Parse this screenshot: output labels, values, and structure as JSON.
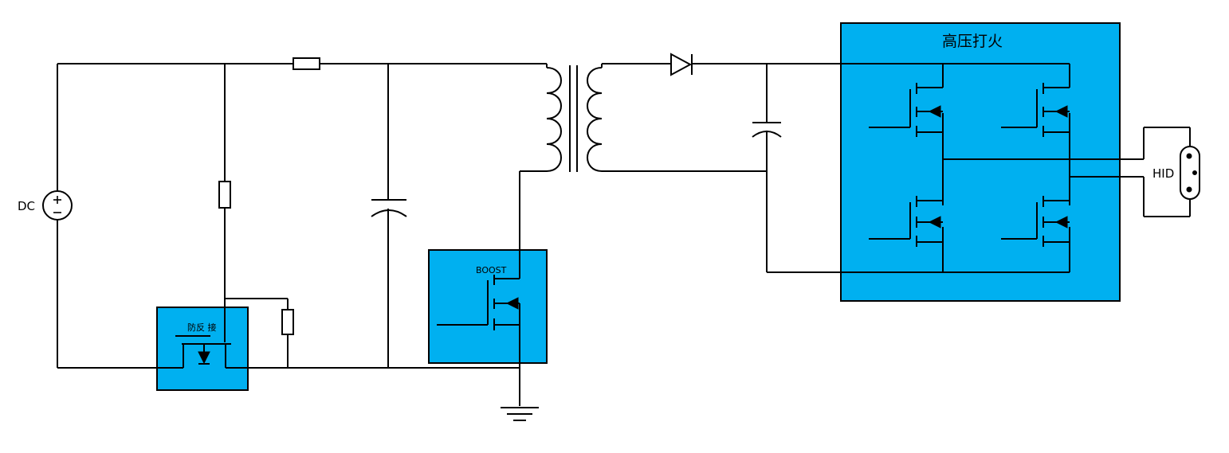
{
  "labels": {
    "dc_source": "DC",
    "anti_reverse_block": "防反 接",
    "boost_block": "BOOST",
    "ignition_block": "高压打火",
    "lamp": "HID"
  },
  "colors": {
    "block_fill": "#00b0f0",
    "wire": "#000000",
    "background": "#ffffff"
  }
}
